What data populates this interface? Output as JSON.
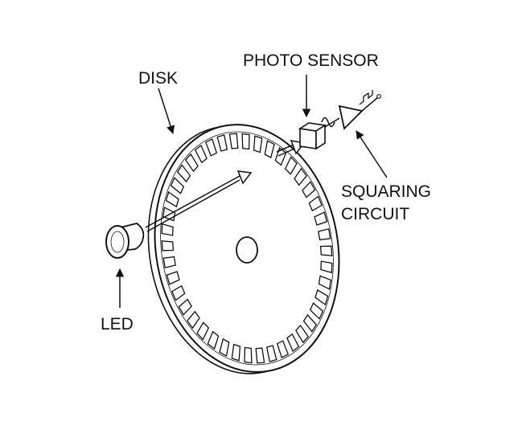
{
  "labels": {
    "disk": "DISK",
    "photo_sensor": "PHOTO SENSOR",
    "squaring_line1": "SQUARING",
    "squaring_line2": "CIRCUIT",
    "led": "LED"
  },
  "disk": {
    "slot_count": 42
  },
  "colors": {
    "ink": "#111111",
    "background": "#ffffff"
  }
}
